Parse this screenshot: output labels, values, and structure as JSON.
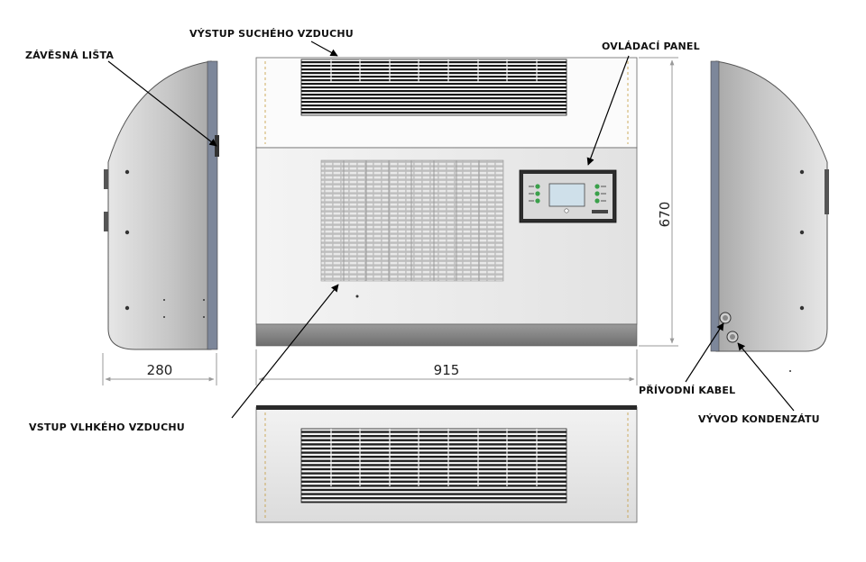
{
  "labels": {
    "vystup_sucheho": "VÝSTUP SUCHÉHO VZDUCHU",
    "zavesna_lista": "ZÁVĚSNÁ LIŠTA",
    "ovladaci_panel": "OVLÁDACÍ PANEL",
    "vstup_vlhkeho": "VSTUP VLHKÉHO VZDUCHU",
    "privodni_kabel": "PŘÍVODNÍ KABEL",
    "vyvod_kondenzatu": "VÝVOD KONDENZÁTU"
  },
  "dimensions": {
    "depth": "280",
    "width": "915",
    "height": "670"
  },
  "colors": {
    "body_panel": "#e9e9e9",
    "side_panel": "#c8c8c8",
    "base": "#8e8e8e",
    "grille": "#1a1a1a",
    "dimension_line": "#9a9a9a",
    "panel_led": "#3aa04a"
  }
}
